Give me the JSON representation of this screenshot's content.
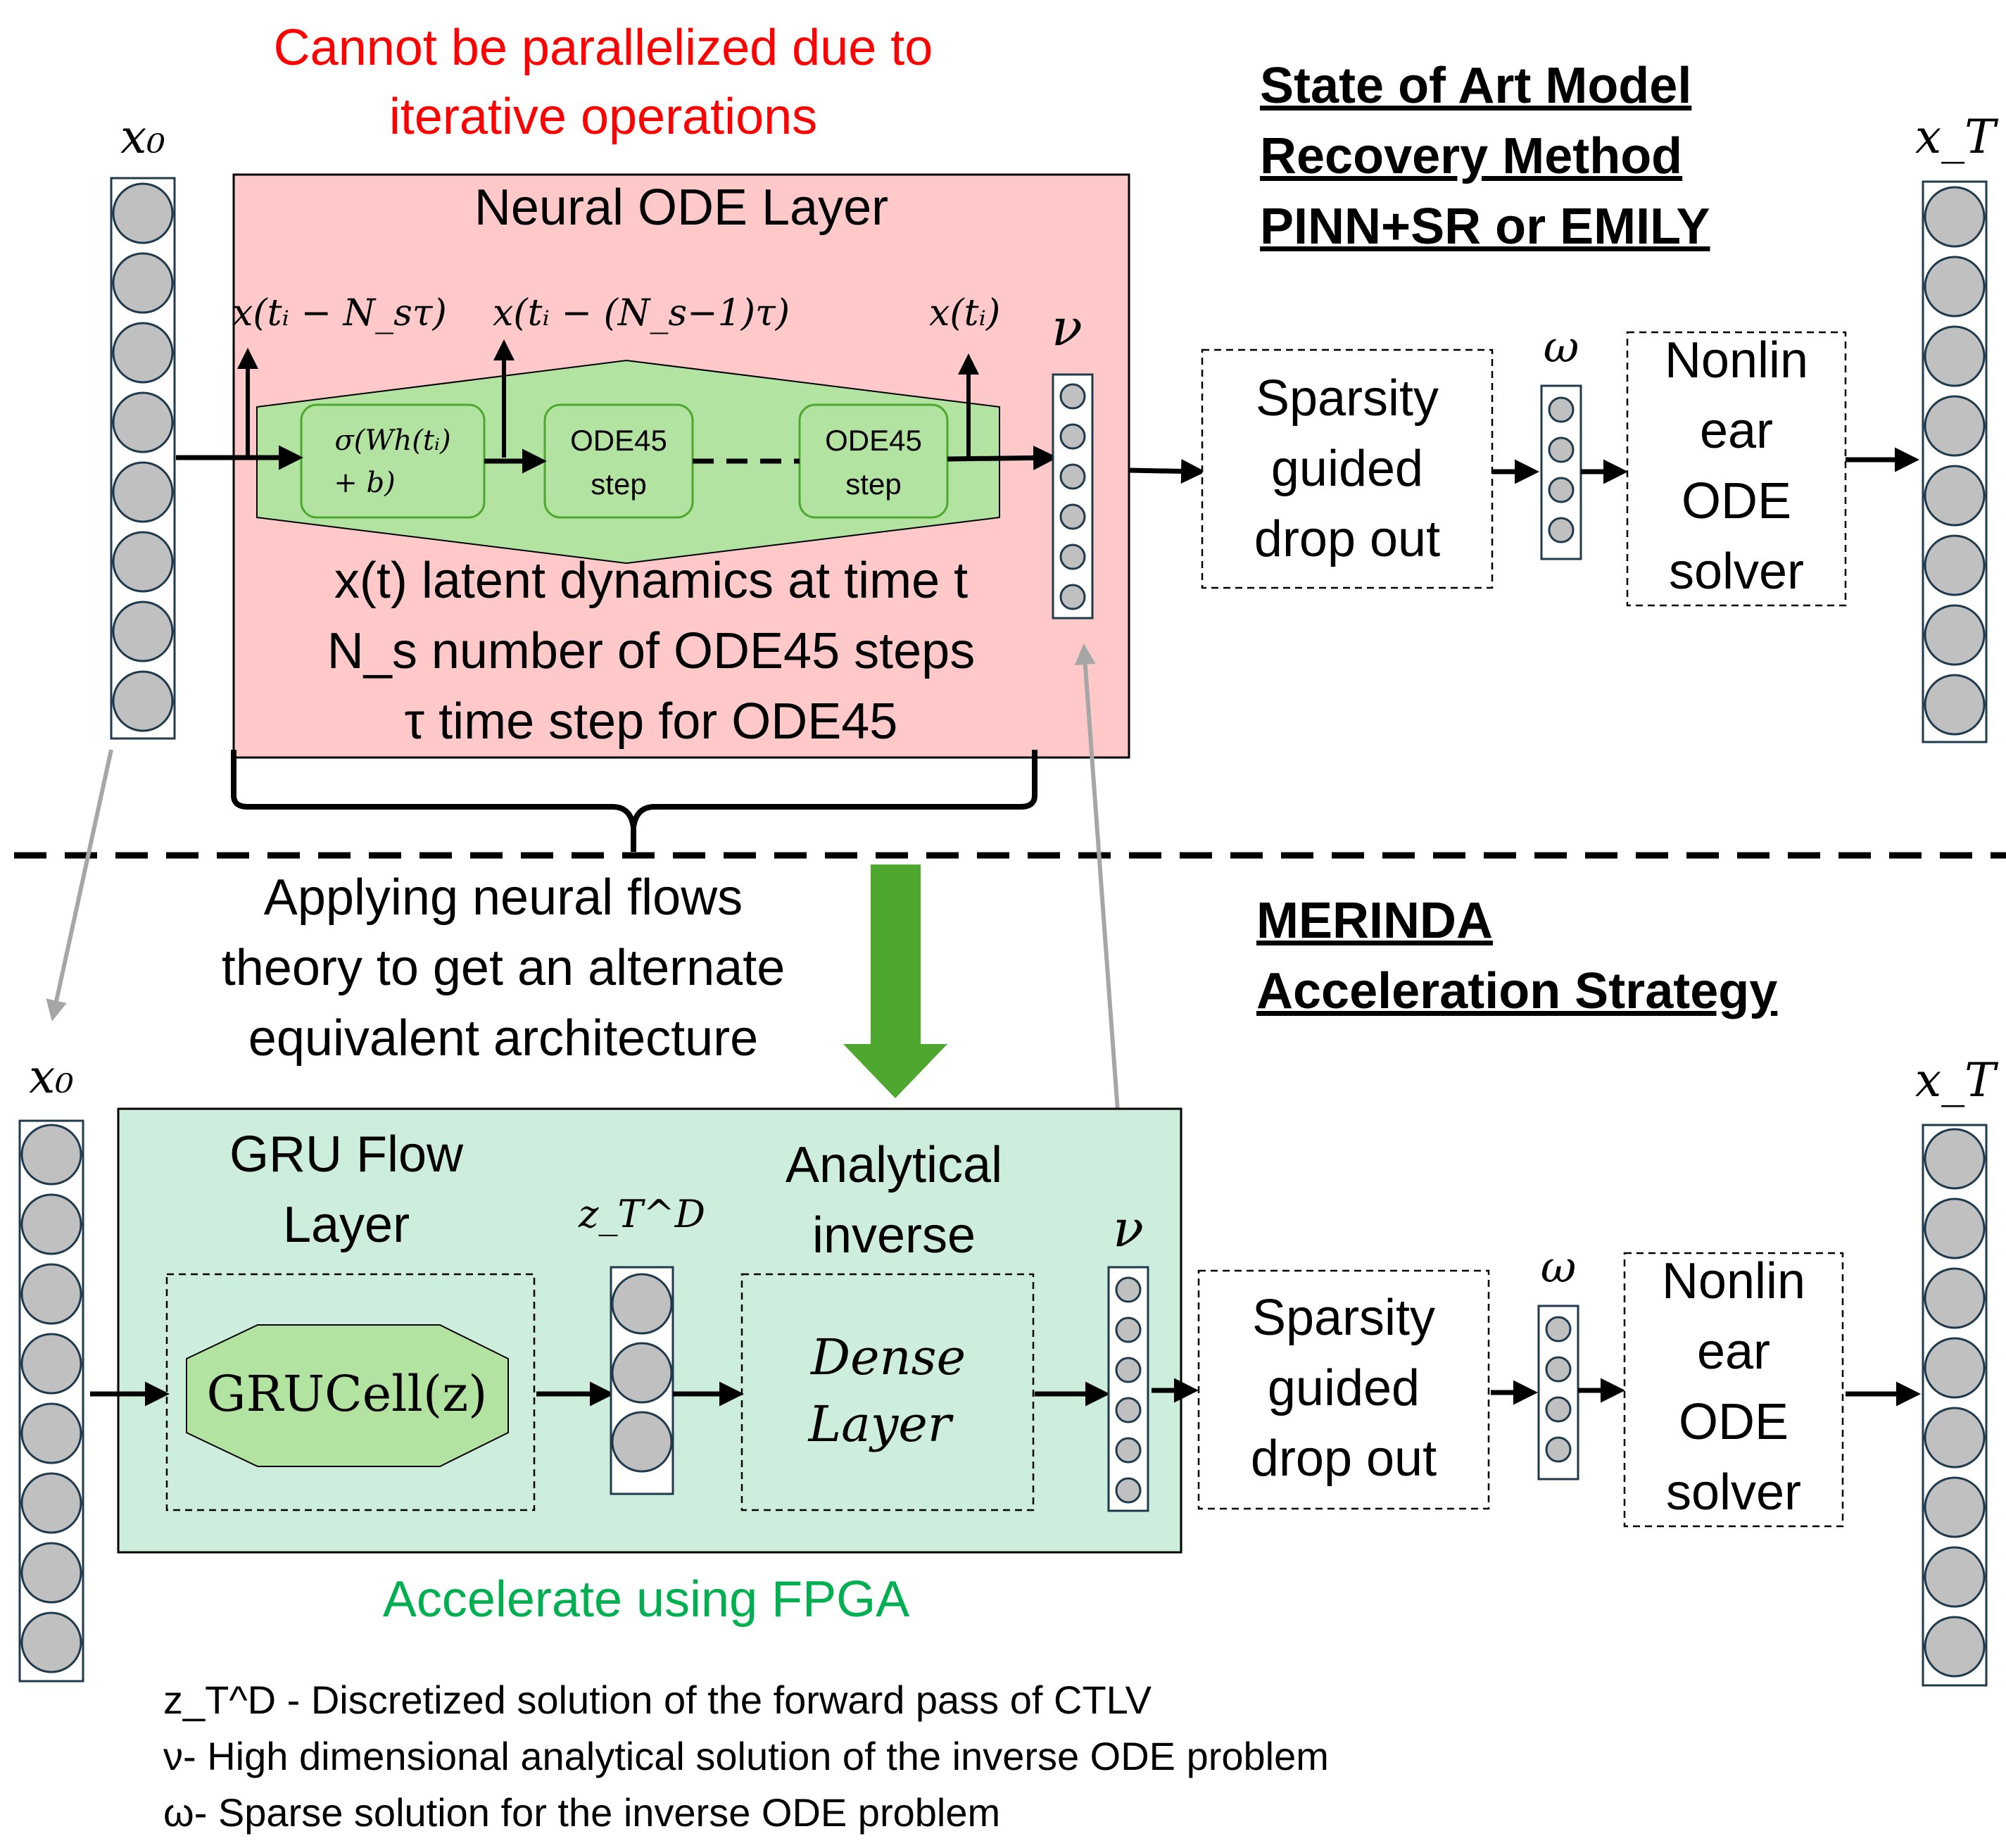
{
  "top": {
    "warning_line1": "Cannot be parallelized due to",
    "warning_line2": "iterative operations",
    "heading_line1": "State of Art Model",
    "heading_line2": "Recovery Method",
    "heading_line3": "PINN+SR or EMILY",
    "input_label": "x₀",
    "output_label": "x_T",
    "ode_layer": {
      "title": "Neural ODE Layer",
      "tap_labels": [
        "x(tᵢ − N_sτ)",
        "x(tᵢ − (N_s−1)τ)",
        "x(tᵢ)"
      ],
      "cell1_line1": "σ(Wh(tᵢ)",
      "cell1_line2": "+ b)",
      "step_line1": "ODE45",
      "step_line2": "step",
      "desc_line1": "x(t) latent dynamics at time t",
      "desc_line2": "N_s number of ODE45 steps",
      "desc_line3": "τ time step for ODE45"
    },
    "nu_label": "ν",
    "omega_label": "ω",
    "dropout_lines": [
      "Sparsity",
      "guided",
      "drop out"
    ],
    "solver_lines": [
      "Nonlin",
      "ear",
      "ODE",
      "solver"
    ]
  },
  "middle": {
    "neural_flows_lines": [
      "Applying neural flows",
      "theory to get an alternate",
      "equivalent architecture"
    ],
    "heading_line1": "MERINDA",
    "heading_line2": "Acceleration Strategy"
  },
  "bottom": {
    "input_label": "x₀",
    "output_label": "x_T",
    "gru_title_line1": "GRU Flow",
    "gru_title_line2": "Layer",
    "gru_cell": "GRUCell(z)",
    "z_label": "z_T^D",
    "inverse_title_line1": "Analytical",
    "inverse_title_line2": "inverse",
    "dense_line1": "Dense",
    "dense_line2": "Layer",
    "nu_label": "ν",
    "omega_label": "ω",
    "dropout_lines": [
      "Sparsity",
      "guided",
      "drop out"
    ],
    "solver_lines": [
      "Nonlin",
      "ear",
      "ODE",
      "solver"
    ],
    "accelerate": "Accelerate using FPGA"
  },
  "legend": [
    "z_T^D - Discretized solution of the forward pass of CTLV",
    "ν- High dimensional analytical solution of the inverse ODE problem",
    "ω- Sparse solution for the inverse ODE problem"
  ],
  "colors": {
    "ode_layer_fill": "#ffc9c9",
    "green_hex_fill": "#b3e3a0",
    "gru_layer_fill": "#cdeedd",
    "node_fill": "#c0c0c0",
    "big_arrow": "#4ea72e",
    "warning_text": "#ff0000",
    "accelerate_text": "#00b050"
  }
}
